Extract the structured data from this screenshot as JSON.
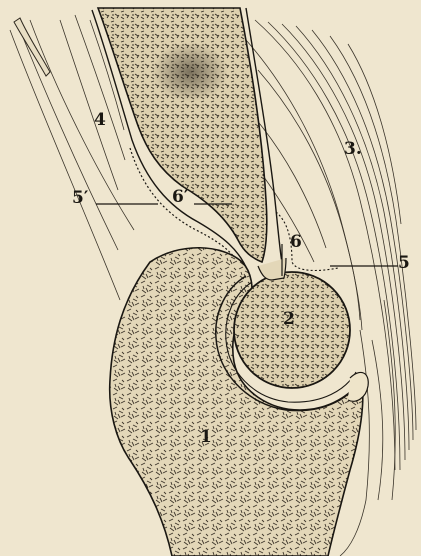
{
  "labels": {
    "l1": "1",
    "l2": "2",
    "l3": "3.",
    "l4": "4",
    "l5": "5",
    "l5p": "5′",
    "l6": "6",
    "l6p": "6′"
  },
  "colors": {
    "paper": "#efe6cf",
    "ink": "#1a1712",
    "bone_fill": "#e2d6b6",
    "muscle_stroke": "#3a342a"
  }
}
